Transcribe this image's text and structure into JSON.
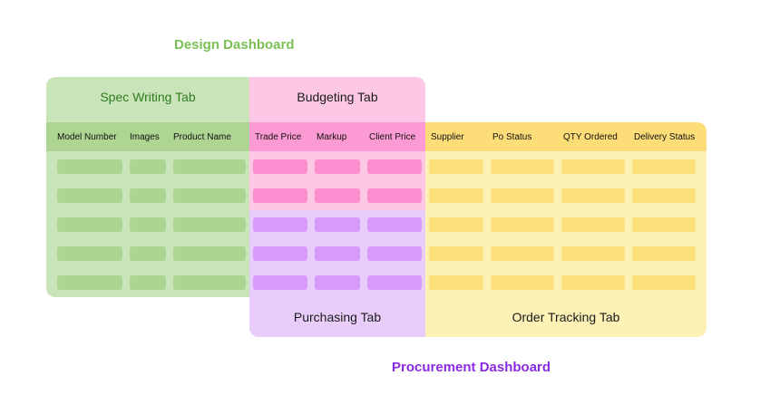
{
  "design_dashboard": {
    "title": "Design Dashboard",
    "color": "#7bbf56",
    "spec_writing_tab": "Spec Writing Tab",
    "budgeting_tab": "Budgeting Tab"
  },
  "procurement_dashboard": {
    "title": "Procurement Dashboard",
    "color": "#8a2be2",
    "purchasing_tab": "Purchasing Tab",
    "order_tracking_tab": "Order Tracking Tab"
  },
  "columns": {
    "model_number": "Model Number",
    "images": "Images",
    "product_name": "Product Name",
    "trade_price": "Trade Price",
    "markup": "Markup",
    "client_price": "Client Price",
    "supplier": "Supplier",
    "po_status": "Po Status",
    "qty_ordered": "QTY Ordered",
    "delivery_status": "Delivery Status"
  },
  "colors": {
    "green_panel": "#c9e4b9",
    "green_header": "#aed692",
    "green_cell": "#acd592",
    "pink_panel": "#fdc8e5",
    "pink_header": "#fb9ad3",
    "pink_cell": "#fc8fcf",
    "purple_panel": "#e8cdfa",
    "purple_cell": "#d79bf9",
    "yellow_panel": "#fdf1b5",
    "yellow_header": "#fcdd78",
    "yellow_cell": "#fde07b"
  }
}
